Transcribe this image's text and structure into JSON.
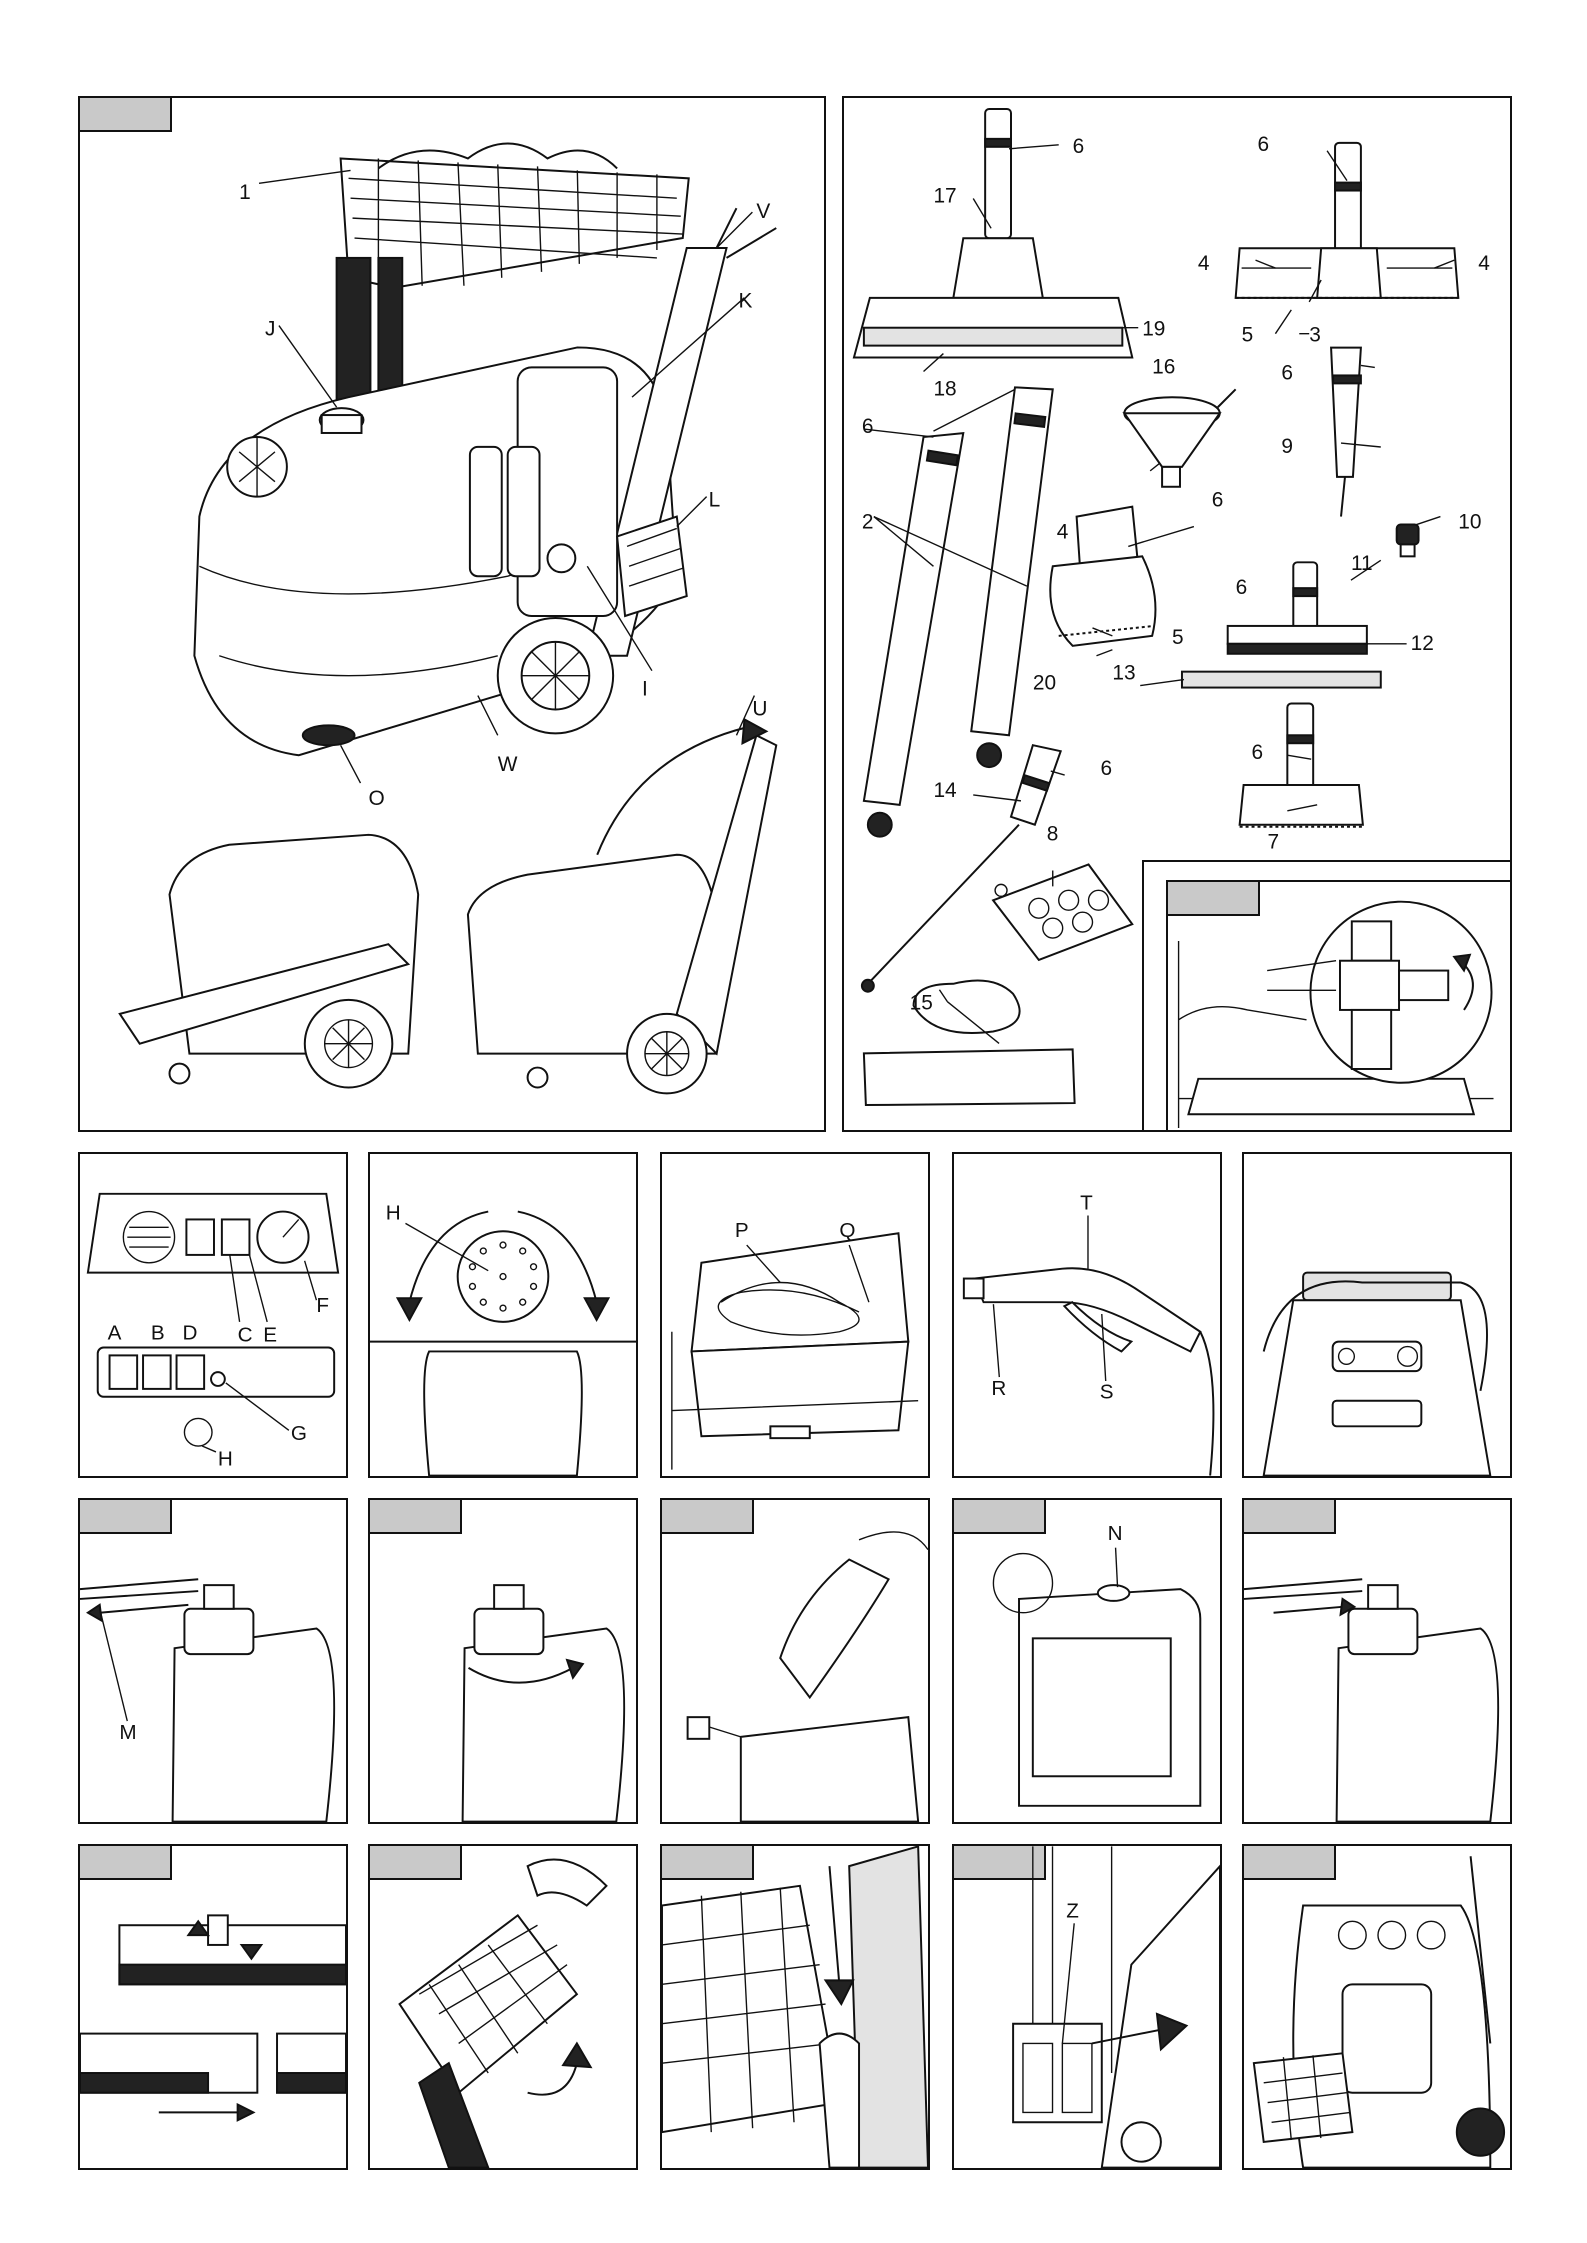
{
  "panels": {
    "overview": {
      "labels": [
        "1",
        "V",
        "K",
        "J",
        "L",
        "I",
        "U",
        "W",
        "O"
      ]
    },
    "accessories": {
      "labels": [
        "6",
        "17",
        "19",
        "18",
        "6",
        "4",
        "4",
        "3",
        "5",
        "6",
        "16",
        "9",
        "6",
        "2",
        "6",
        "4",
        "10",
        "6",
        "11",
        "5",
        "20",
        "12",
        "13",
        "14",
        "6",
        "6",
        "7",
        "8",
        "15"
      ]
    },
    "control": {
      "labels": [
        "A",
        "B",
        "C",
        "D",
        "E",
        "F",
        "G",
        "H"
      ]
    },
    "knob": {
      "labels": [
        "H"
      ]
    },
    "compartment": {
      "labels": [
        "P",
        "Q"
      ]
    },
    "gun": {
      "labels": [
        "T",
        "R",
        "S"
      ]
    },
    "tank1": {
      "labels": [
        "M"
      ]
    },
    "tank4": {
      "labels": [
        "N"
      ]
    },
    "bracket": {
      "labels": [
        "Z"
      ]
    }
  }
}
